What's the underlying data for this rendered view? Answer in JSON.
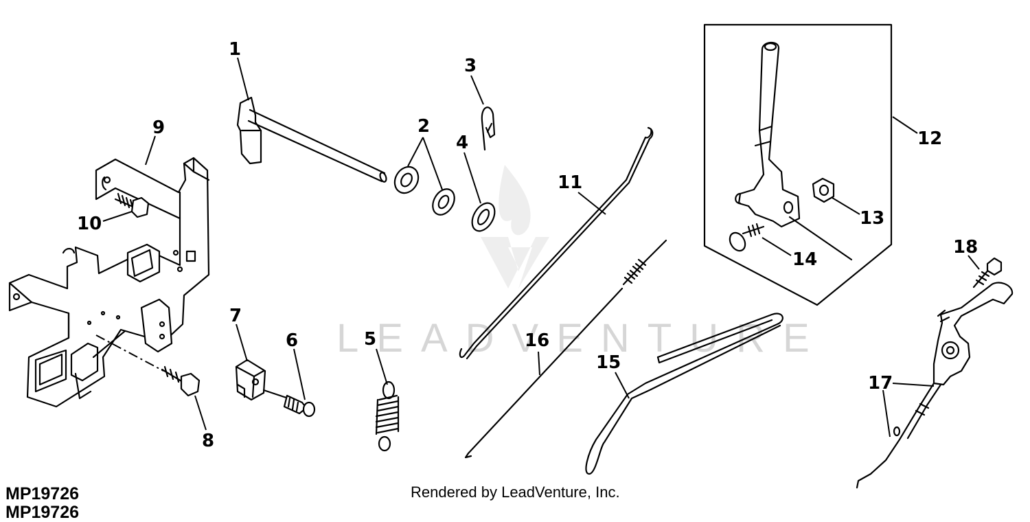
{
  "diagram": {
    "id_label": "MP19726",
    "id_label_2": "MP19726",
    "credit": "Rendered by LeadVenture, Inc.",
    "watermark_text": "LEADVENTURE",
    "parts": [
      {
        "callout": "1"
      },
      {
        "callout": "2"
      },
      {
        "callout": "3"
      },
      {
        "callout": "4"
      },
      {
        "callout": "5"
      },
      {
        "callout": "6"
      },
      {
        "callout": "7"
      },
      {
        "callout": "8"
      },
      {
        "callout": "9"
      },
      {
        "callout": "10"
      },
      {
        "callout": "11"
      },
      {
        "callout": "12"
      },
      {
        "callout": "13"
      },
      {
        "callout": "14"
      },
      {
        "callout": "15"
      },
      {
        "callout": "16"
      },
      {
        "callout": "17"
      },
      {
        "callout": "18"
      }
    ]
  }
}
